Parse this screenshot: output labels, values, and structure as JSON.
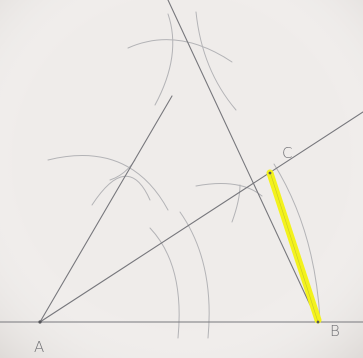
{
  "figure": {
    "paper_color": "#efecea",
    "pencil_color": "#77777c",
    "highlight_color": "#f3f21c",
    "labels": {
      "A": "A",
      "B": "B",
      "C": "C"
    }
  }
}
